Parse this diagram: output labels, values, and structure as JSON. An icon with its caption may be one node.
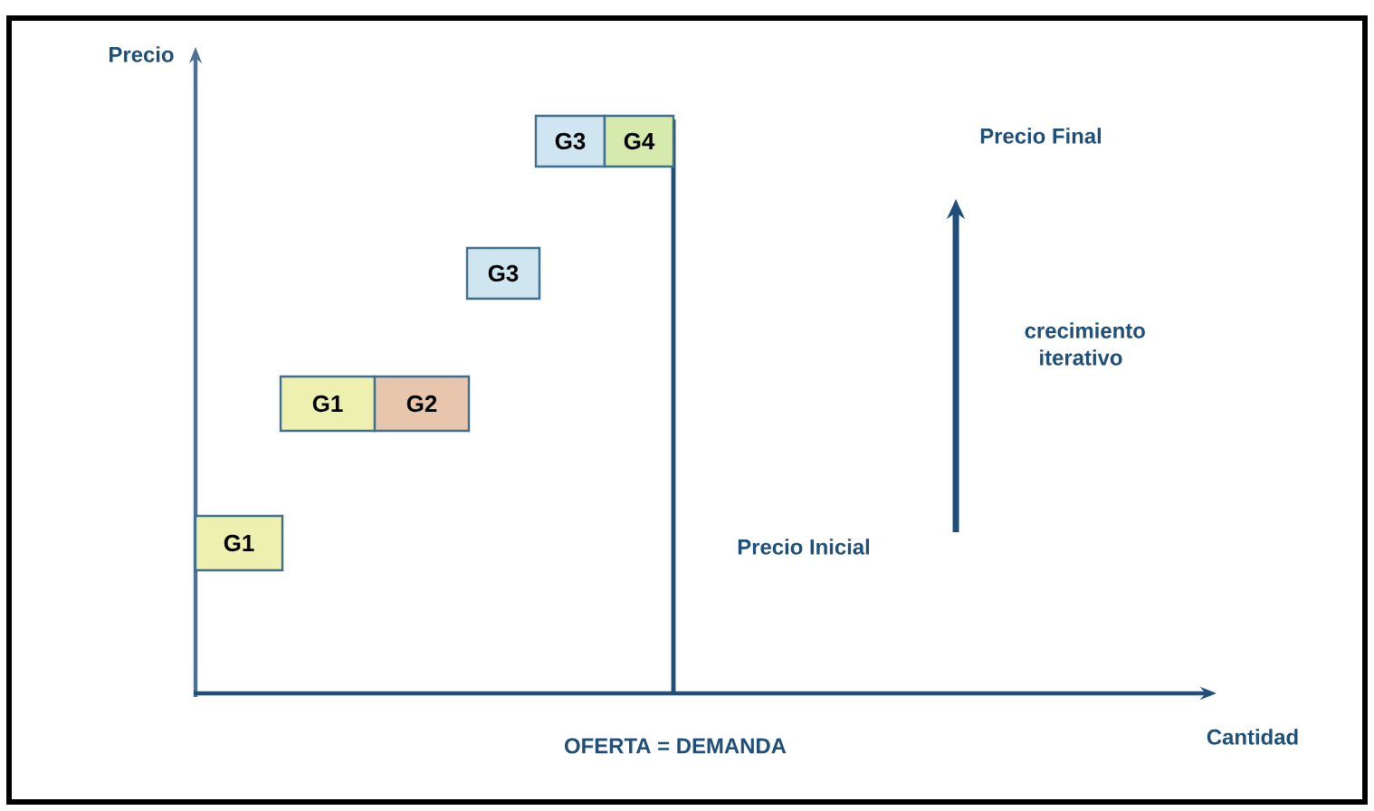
{
  "diagram": {
    "nodes": [
      {
        "text": [
          "G1"
        ]
      },
      {
        "text": [
          "G1"
        ]
      },
      {
        "text": [
          "G2"
        ]
      },
      {
        "text": [
          "G3"
        ]
      },
      {
        "text": [
          "G3"
        ]
      },
      {
        "text": [
          "G4"
        ]
      }
    ],
    "labels": [
      "Precio",
      "Precio Final",
      "crecimiento iterativo",
      "Precio Inicial",
      "OFERTA = DEMANDA",
      "Cantidad"
    ]
  }
}
